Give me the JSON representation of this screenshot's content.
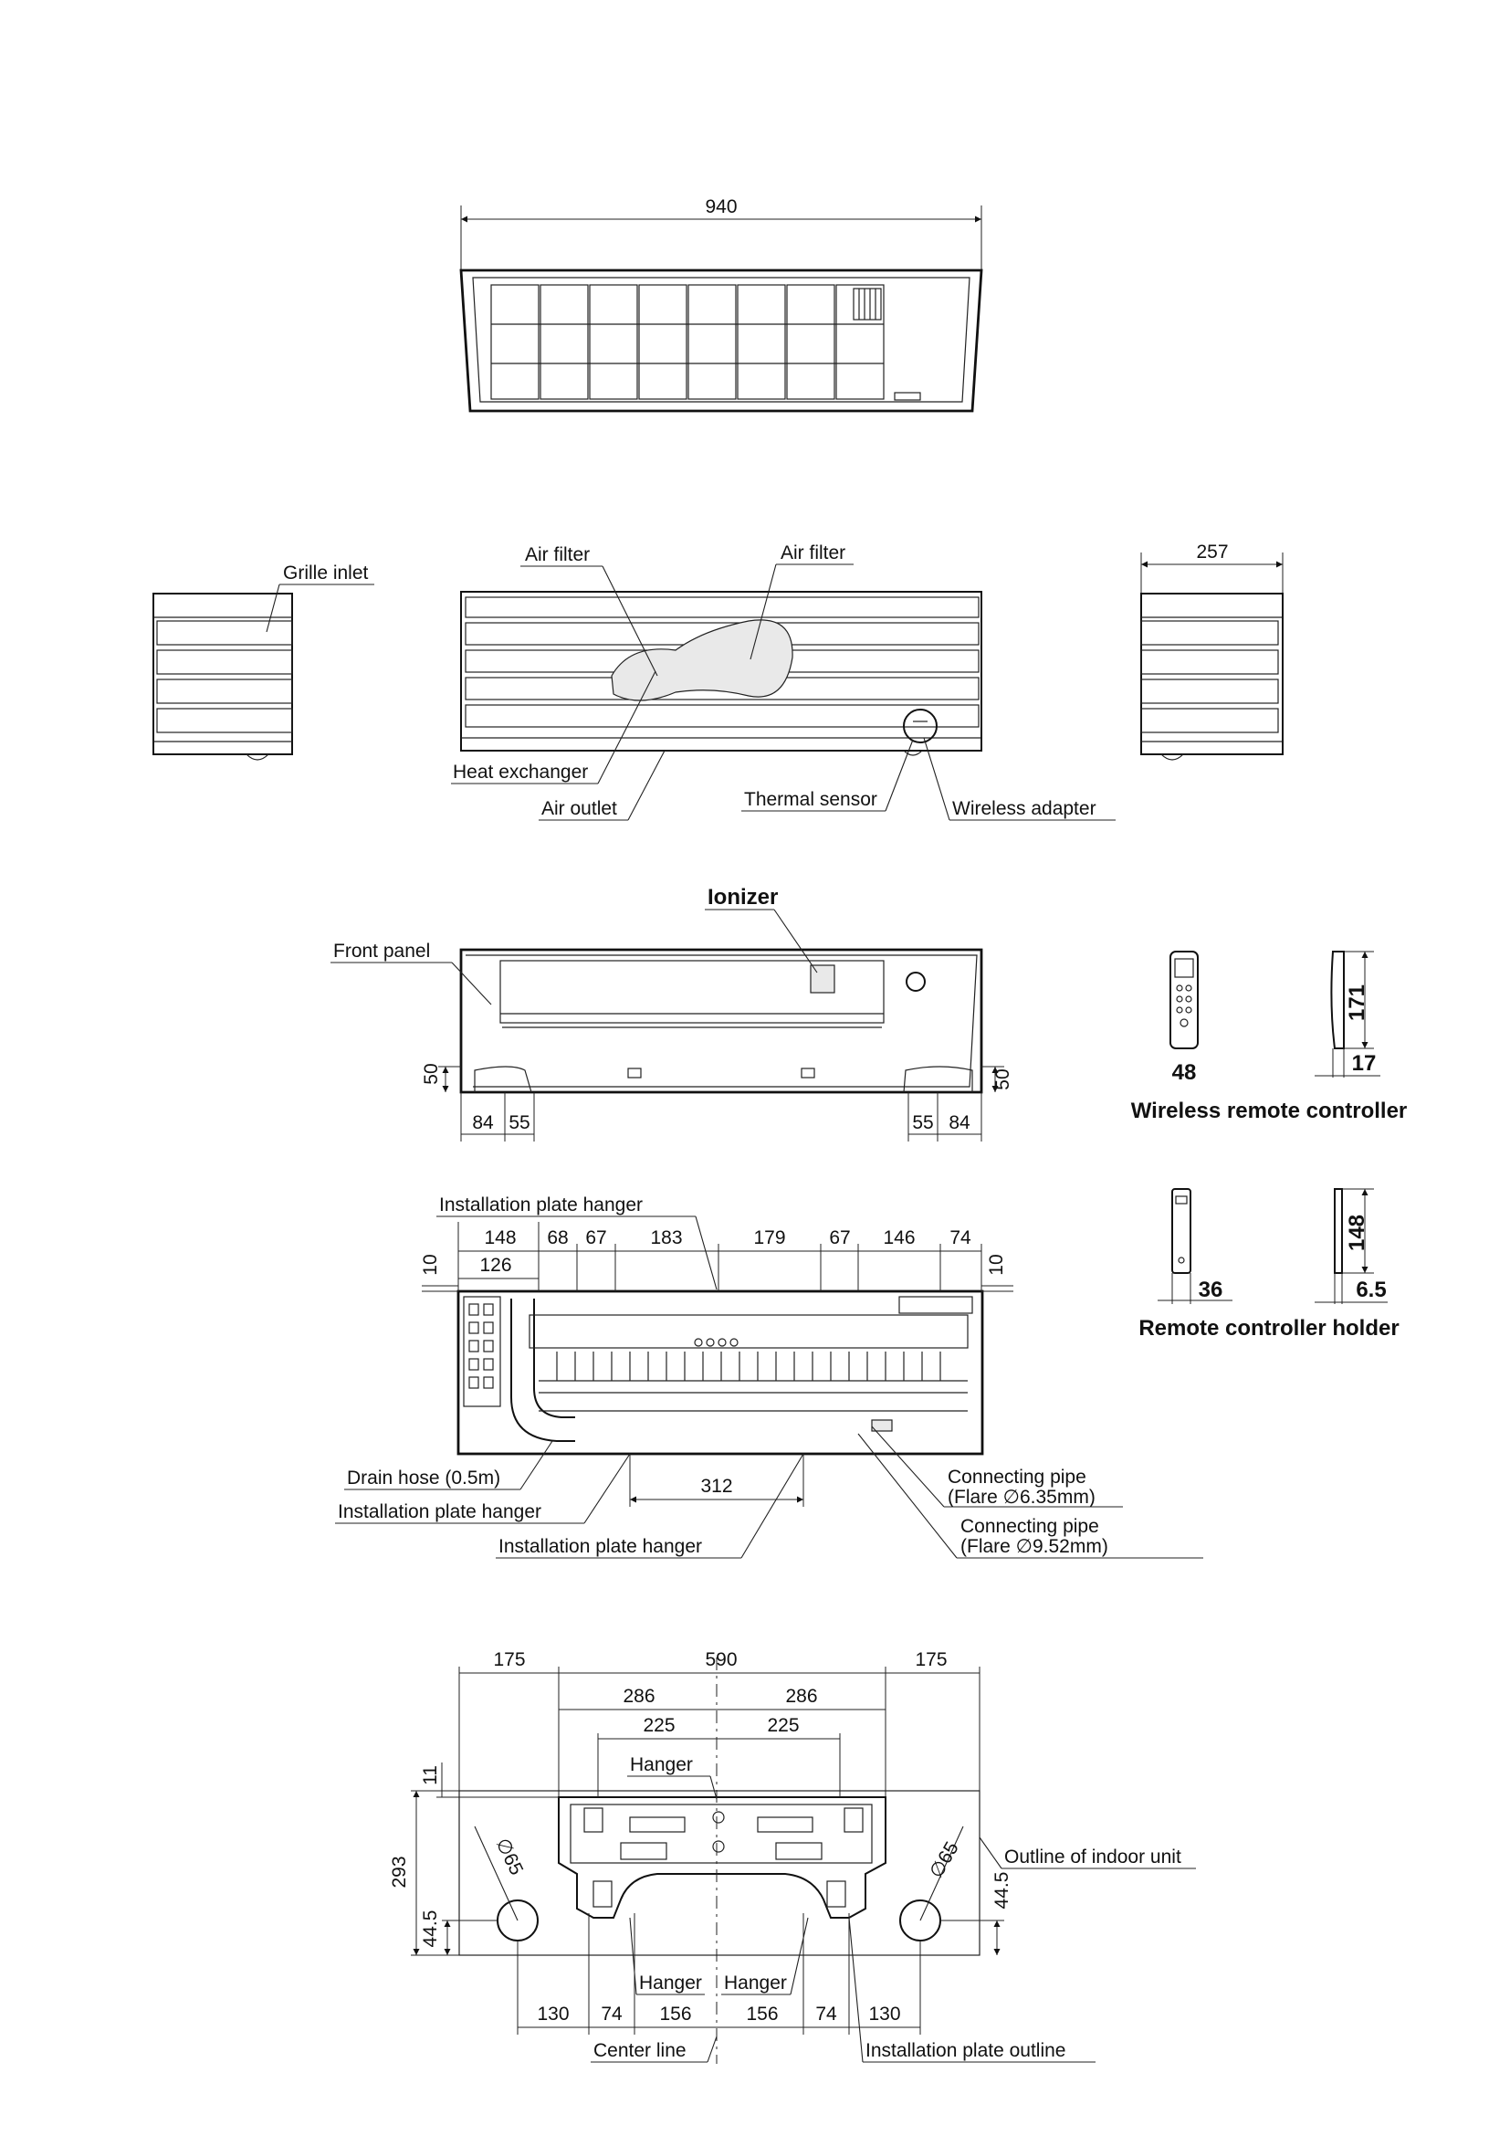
{
  "front_view": {
    "width": "940"
  },
  "side_view": {
    "depth": "257"
  },
  "labels": {
    "grille_inlet": "Grille inlet",
    "air_filter_left": "Air filter",
    "air_filter_right": "Air filter",
    "heat_exchanger": "Heat exchanger",
    "air_outlet": "Air outlet",
    "thermal_sensor": "Thermal sensor",
    "wireless_adapter": "Wireless adapter",
    "ionizer": "Ionizer",
    "front_panel": "Front panel",
    "installation_plate_hanger_top": "Installation plate hanger",
    "drain_hose": "Drain hose (0.5m)",
    "installation_plate_hanger_left": "Installation plate hanger",
    "installation_plate_hanger_center": "Installation plate hanger",
    "connecting_pipe_1": "Connecting pipe",
    "flare_1": "(Flare  ∅6.35mm)",
    "connecting_pipe_2": "Connecting pipe",
    "flare_2": "(Flare  ∅9.52mm)",
    "hanger_top": "Hanger",
    "hanger_left": "Hanger",
    "hanger_right": "Hanger",
    "outline_indoor_unit": "Outline of indoor unit",
    "center_line": "Center line",
    "installation_plate_outline": "Installation plate outline"
  },
  "panel_view_dims": {
    "left_h": "50",
    "right_h": "50",
    "l1": "84",
    "l2": "55",
    "r1": "55",
    "r2": "84"
  },
  "remote": {
    "title": "Wireless remote controller",
    "width": "48",
    "height": "171",
    "depth": "17"
  },
  "holder": {
    "title": "Remote controller holder",
    "width": "36",
    "height": "148",
    "depth": "6.5"
  },
  "bottom_view_dims": {
    "d148": "148",
    "d68": "68",
    "d67a": "67",
    "d183": "183",
    "d179": "179",
    "d67b": "67",
    "d146": "146",
    "d74": "74",
    "d126": "126",
    "left10": "10",
    "right10": "10",
    "d312": "312"
  },
  "plate_dims": {
    "d175l": "175",
    "d590": "590",
    "d175r": "175",
    "d286l": "286",
    "d286r": "286",
    "d225l": "225",
    "d225r": "225",
    "d11": "11",
    "d293": "293",
    "d44l": "44.5",
    "d44r": "44.5",
    "dia_l": "∅65",
    "dia_r": "∅65",
    "b130l": "130",
    "b74l": "74",
    "b156l": "156",
    "b156r": "156",
    "b74r": "74",
    "b130r": "130"
  },
  "colors": {
    "line": "#111111",
    "background": "#ffffff"
  }
}
